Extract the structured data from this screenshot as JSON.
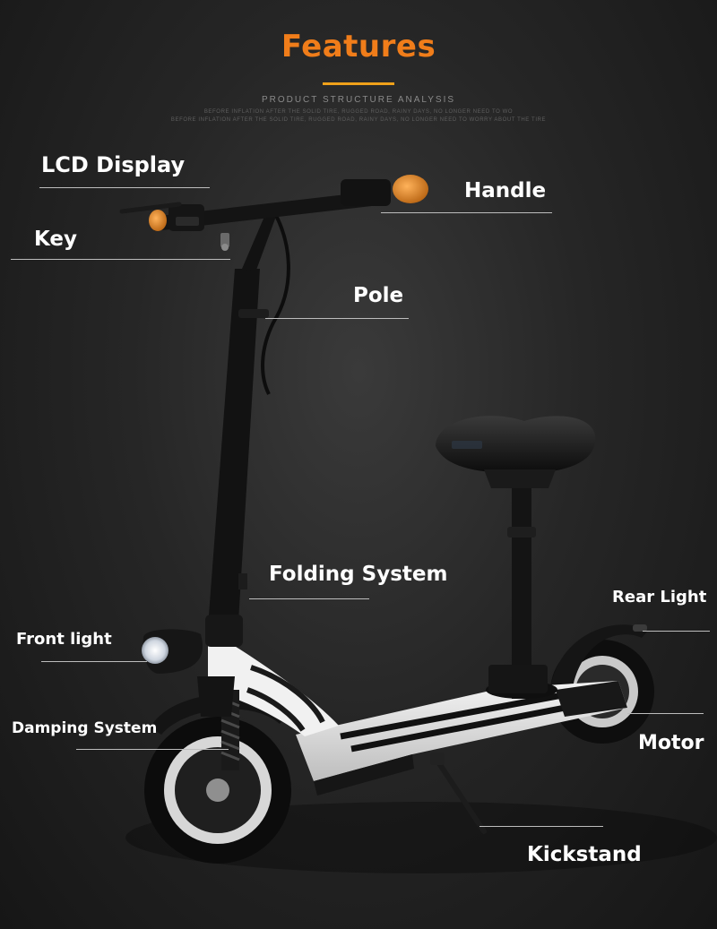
{
  "header": {
    "title": "Features",
    "subtitle": "PRODUCT STRUCTURE ANALYSIS",
    "tagline_1": "BEFORE INFLATION AFTER THE SOLID TIRE, RUGGED ROAD, RAINY DAYS, NO LONGER NEED TO WO",
    "tagline_2": "BEFORE INFLATION AFTER THE SOLID TIRE, RUGGED ROAD, RAINY DAYS, NO LONGER NEED TO WORRY ABOUT THE TIRE"
  },
  "labels": {
    "lcd_display": "LCD Display",
    "handle": "Handle",
    "key": "Key",
    "pole": "Pole",
    "folding_system": "Folding System",
    "rear_light": "Rear Light",
    "front_light": "Front light",
    "damping_system": "Damping System",
    "motor": "Motor",
    "kickstand": "Kickstand"
  },
  "colors": {
    "title": "#f07d1a",
    "accent_rule": "#f0a11a",
    "grip_orange": "#e8861c",
    "frame": "#111111",
    "deck": "#e9e9e9"
  }
}
